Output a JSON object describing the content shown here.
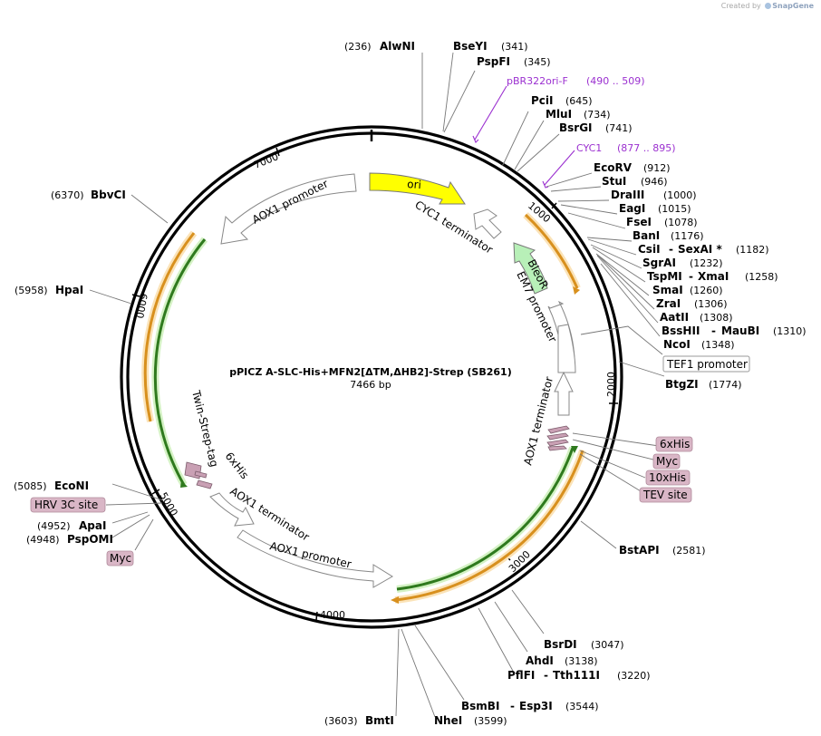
{
  "credit": {
    "prefix": "Created by",
    "brand": "SnapGene"
  },
  "plasmid": {
    "name": "pPICZ A-SLC-His+MFN2[ΔTM,ΔHB2]-Strep (SB261)",
    "length": "7466 bp"
  },
  "ticks": [
    "1000",
    "2000",
    "3000",
    "4000",
    "5000",
    "6000",
    "7000"
  ],
  "sites": [
    {
      "name": "AlwNI",
      "pos": "(236)"
    },
    {
      "name": "BseYI",
      "pos": "(341)"
    },
    {
      "name": "PspFI",
      "pos": "(345)"
    },
    {
      "name": "PciI",
      "pos": "(645)"
    },
    {
      "name": "MluI",
      "pos": "(734)"
    },
    {
      "name": "BsrGI",
      "pos": "(741)"
    },
    {
      "name": "EcoRV",
      "pos": "(912)"
    },
    {
      "name": "StuI",
      "pos": "(946)"
    },
    {
      "name": "DraIII",
      "pos": "(1000)"
    },
    {
      "name": "EagI",
      "pos": "(1015)"
    },
    {
      "name": "FseI",
      "pos": "(1078)"
    },
    {
      "name": "BanI",
      "pos": "(1176)"
    },
    {
      "name": "CsiI",
      "name2": "SexAI *",
      "pos": "(1182)"
    },
    {
      "name": "SgrAI",
      "pos": "(1232)"
    },
    {
      "name": "TspMI",
      "name2": "XmaI",
      "pos": "(1258)"
    },
    {
      "name": "SmaI",
      "pos": "(1260)"
    },
    {
      "name": "ZraI",
      "pos": "(1306)"
    },
    {
      "name": "AatII",
      "pos": "(1308)"
    },
    {
      "name": "BssHII",
      "name2": "MauBI",
      "pos": "(1310)"
    },
    {
      "name": "NcoI",
      "pos": "(1348)"
    },
    {
      "name": "BtgZI",
      "pos": "(1774)"
    },
    {
      "name": "BstAPI",
      "pos": "(2581)"
    },
    {
      "name": "BsrDI",
      "pos": "(3047)"
    },
    {
      "name": "AhdI",
      "pos": "(3138)"
    },
    {
      "name": "PflFI",
      "name2": "Tth111I",
      "pos": "(3220)"
    },
    {
      "name": "BsmBI",
      "name2": "Esp3I",
      "pos": "(3544)"
    },
    {
      "name": "NheI",
      "pos": "(3599)"
    },
    {
      "name": "BmtI",
      "pos": "(3603)"
    },
    {
      "name": "ApaI",
      "pos": "(4952)"
    },
    {
      "name": "PspOMI",
      "pos": "(4948)"
    },
    {
      "name": "EcoNI",
      "pos": "(5085)"
    },
    {
      "name": "HpaI",
      "pos": "(5958)"
    },
    {
      "name": "BbvCI",
      "pos": "(6370)"
    }
  ],
  "primers": [
    {
      "name": "pBR322ori-F",
      "range": "(490 .. 509)"
    },
    {
      "name": "CYC1",
      "range": "(877 .. 895)"
    }
  ],
  "boxed_features": [
    "TEF1 promoter",
    "6xHis",
    "Myc",
    "10xHis",
    "TEV site",
    "HRV 3C site",
    "Myc"
  ],
  "features": {
    "ori": "ori",
    "cyc1_terminator": "CYC1 terminator",
    "bleor": "BleoR",
    "em7_promoter": "EM7 promoter",
    "aox1_terminator_right": "AOX1 terminator",
    "aox1_promoter_top": "AOX1 promoter",
    "twin_strep": "Twin-Strep-tag",
    "his6": "6xHis",
    "aox1_terminator_bottom": "AOX1 terminator",
    "aox1_promoter_bottom": "AOX1 promoter"
  },
  "colors": {
    "ori": "#ffff00",
    "bleor": "#b8f0b8",
    "tag": "#c9a0b4",
    "orf_green": "#2f7a1e",
    "orf_orange": "#d8901e",
    "primer": "#9b30d0"
  }
}
